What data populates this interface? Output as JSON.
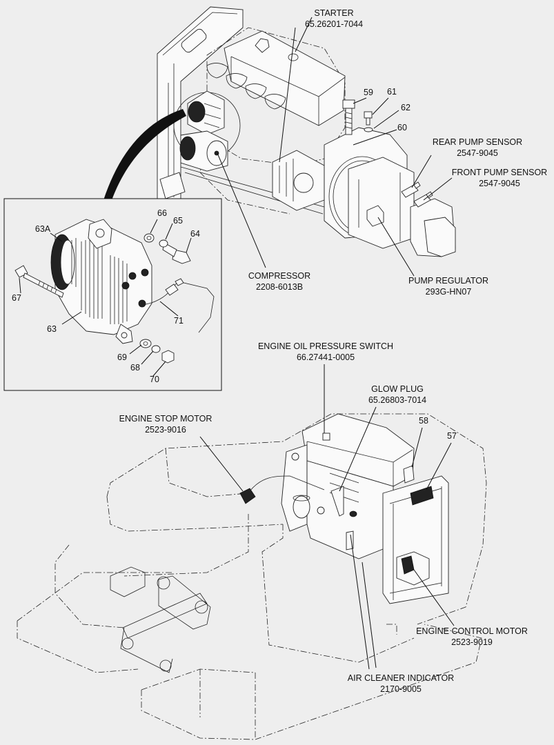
{
  "callouts": {
    "starter": {
      "name": "STARTER",
      "part": "65.26201-7044"
    },
    "rear_pump_sensor": {
      "name": "REAR PUMP SENSOR",
      "part": "2547-9045"
    },
    "front_pump_sensor": {
      "name": "FRONT PUMP SENSOR",
      "part": "2547-9045"
    },
    "compressor": {
      "name": "COMPRESSOR",
      "part": "2208-6013B"
    },
    "pump_regulator": {
      "name": "PUMP REGULATOR",
      "part": "293G-HN07"
    },
    "engine_oil_pressure_switch": {
      "name": "ENGINE OIL PRESSURE SWITCH",
      "part": "66.27441-0005"
    },
    "glow_plug": {
      "name": "GLOW PLUG",
      "part": "65.26803-7014"
    },
    "engine_stop_motor": {
      "name": "ENGINE STOP MOTOR",
      "part": "2523-9016"
    },
    "engine_control_motor": {
      "name": "ENGINE CONTROL MOTOR",
      "part": "2523-9019"
    },
    "air_cleaner_indicator": {
      "name": "AIR CLEANER INDICATOR",
      "part": "2170-9005"
    }
  },
  "item_numbers": {
    "n59": "59",
    "n61": "61",
    "n62": "62",
    "n60": "60",
    "n66": "66",
    "n65": "65",
    "n64": "64",
    "n63a": "63A",
    "n67": "67",
    "n63": "63",
    "n71": "71",
    "n69": "69",
    "n68": "68",
    "n70": "70",
    "n58": "58",
    "n57": "57"
  }
}
